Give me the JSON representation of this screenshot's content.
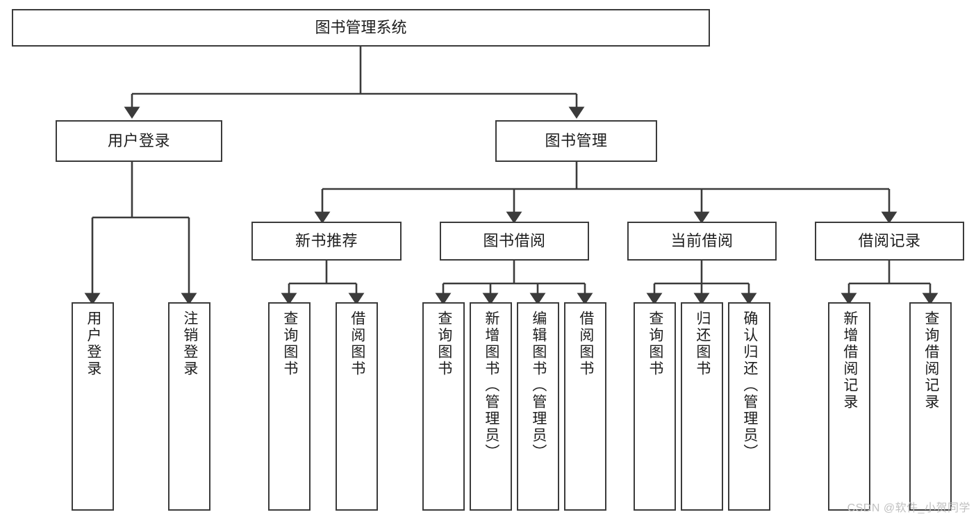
{
  "diagram": {
    "title": "图书管理系统",
    "type": "hierarchy-tree",
    "root": {
      "label": "图书管理系统"
    },
    "level2": [
      {
        "label": "用户登录"
      },
      {
        "label": "图书管理"
      }
    ],
    "level3": [
      {
        "label": "新书推荐"
      },
      {
        "label": "图书借阅"
      },
      {
        "label": "当前借阅"
      },
      {
        "label": "借阅记录"
      }
    ],
    "leaves": {
      "user_login": [
        {
          "label": "用户登录"
        },
        {
          "label": "注销登录"
        }
      ],
      "new_book_recommend": [
        {
          "label": "查询图书"
        },
        {
          "label": "借阅图书"
        }
      ],
      "book_borrow": [
        {
          "label": "查询图书"
        },
        {
          "label": "新增图书（管理员）"
        },
        {
          "label": "编辑图书（管理员）"
        },
        {
          "label": "借阅图书"
        }
      ],
      "current_borrow": [
        {
          "label": "查询图书"
        },
        {
          "label": "归还图书"
        },
        {
          "label": "确认归还（管理员）"
        }
      ],
      "borrow_record": [
        {
          "label": "新增借阅记录"
        },
        {
          "label": "查询借阅记录"
        }
      ]
    }
  },
  "watermark": {
    "text": "CSDN @软件_小贺同学"
  },
  "colors": {
    "stroke": "#3b3b3b",
    "box_fill": "#ffffff",
    "text": "#1d1d1d",
    "watermark": "#c0c0c0"
  }
}
